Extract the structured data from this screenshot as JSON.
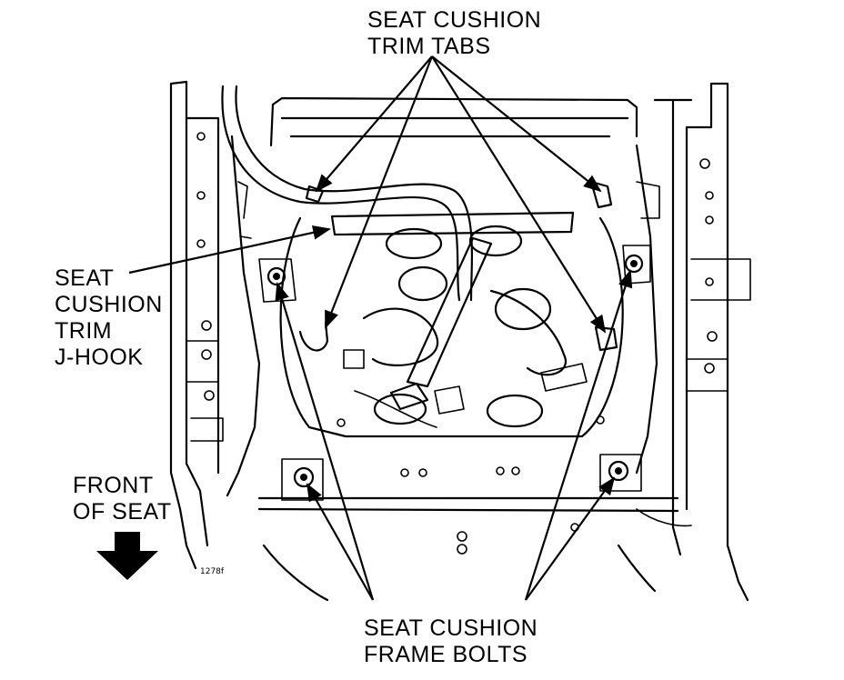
{
  "labels": {
    "trim_tabs": [
      "SEAT CUSHION",
      "TRIM TABS"
    ],
    "j_hook": [
      "SEAT",
      "CUSHION",
      "TRIM",
      "J-HOOK"
    ],
    "front": [
      "FRONT",
      "OF SEAT"
    ],
    "frame_bolts": [
      "SEAT CUSHION",
      "FRAME BOLTS"
    ]
  },
  "figure_id": "1278f",
  "icons": {
    "front_arrow": "down-arrow-icon"
  },
  "colors": {
    "ink": "#000000",
    "paper": "#ffffff"
  }
}
